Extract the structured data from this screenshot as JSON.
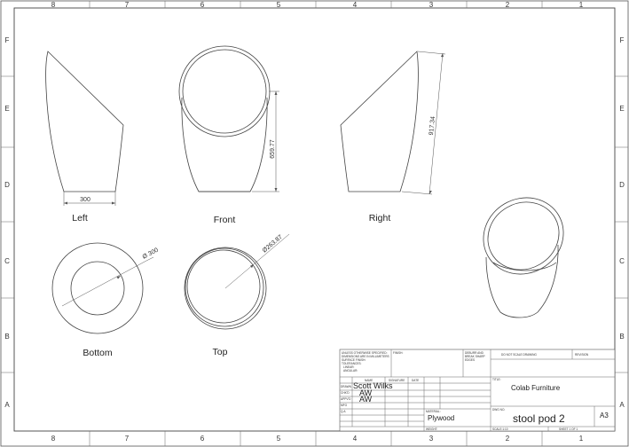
{
  "grid": {
    "columns": [
      "8",
      "7",
      "6",
      "5",
      "4",
      "3",
      "2",
      "1"
    ],
    "rows": [
      "F",
      "E",
      "D",
      "C",
      "B",
      "A"
    ]
  },
  "views": {
    "left": "Left",
    "front": "Front",
    "right": "Right",
    "bottom": "Bottom",
    "top": "Top"
  },
  "dimensions": {
    "left_width": "300",
    "front_height": "659.77",
    "right_height": "917.34",
    "bottom_diameter": "Ø 300",
    "top_diameter": "Ø263.87"
  },
  "title_block": {
    "general_note": [
      "UNLESS OTHERWISE SPECIFIED:",
      "DIMENSIONS ARE IN MILLIMETERS",
      "SURFACE FINISH:",
      "TOLERANCES:",
      "LINEAR:",
      "ANGULAR:"
    ],
    "finish_label": "FINISH:",
    "deburr_note": [
      "DEBURR AND",
      "BREAK SHARP",
      "EDGES"
    ],
    "do_not_scale": "DO NOT SCALE DRAWING",
    "revision_label": "REVISION",
    "title_label": "TITLE:",
    "company": "Colab Furniture",
    "col_name": "NAME",
    "col_signature": "SIGNATURE",
    "col_date": "DATE",
    "rows": [
      {
        "role": "DRAWN",
        "name": "Scott Wilks"
      },
      {
        "role": "CHK'D",
        "name": "AW"
      },
      {
        "role": "APPV'D",
        "name": "AW"
      },
      {
        "role": "MFG",
        "name": ""
      },
      {
        "role": "Q.A",
        "name": ""
      }
    ],
    "material_label": "MATERIAL:",
    "material": "Plywood",
    "dwg_no_label": "DWG NO.",
    "dwg_no": "stool pod 2",
    "sheet_size": "A3",
    "weight_label": "WEIGHT:",
    "scale_label": "SCALE:1:10",
    "sheet_label": "SHEET 1 OF 1"
  }
}
